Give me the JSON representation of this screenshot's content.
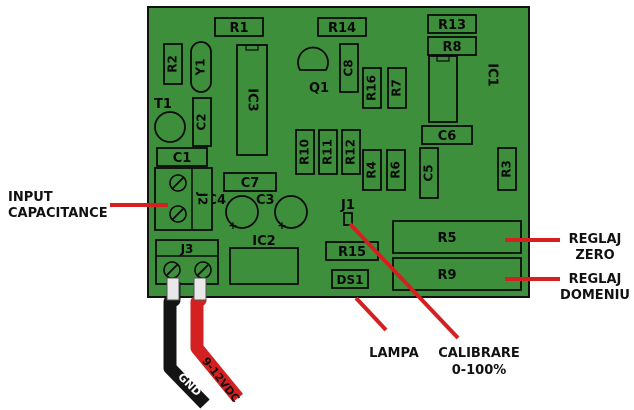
{
  "colors": {
    "board": "#3e8f3b",
    "board_outline": "#111111",
    "silkscreen": "#0a0a0a",
    "callout_line": "#d42020",
    "wire_gnd": "#141414",
    "wire_power": "#d42020"
  },
  "components": {
    "R1": "R1",
    "R2": "R2",
    "R3": "R3",
    "R4": "R4",
    "R5": "R5",
    "R6": "R6",
    "R7": "R7",
    "R8": "R8",
    "R9": "R9",
    "R10": "R10",
    "R11": "R11",
    "R12": "R12",
    "R13": "R13",
    "R14": "R14",
    "R15": "R15",
    "R16": "R16",
    "C1": "C1",
    "C2": "C2",
    "C3": "C3",
    "C4": "C4",
    "C5": "C5",
    "C6": "C6",
    "C7": "C7",
    "C8": "C8",
    "IC1": "IC1",
    "IC2": "IC2",
    "IC3": "IC3",
    "Q1": "Q1",
    "T1": "T1",
    "Y1": "Y1",
    "J1": "J1",
    "J2": "J2",
    "J3": "J3",
    "DS1": "DS1"
  },
  "callouts": {
    "input_capacitance": [
      "INPUT",
      "CAPACITANCE"
    ],
    "reglaj_zero": [
      "REGLAJ",
      "ZERO"
    ],
    "reglaj_domeniu": [
      "REGLAJ",
      "DOMENIU"
    ],
    "lampa": "LAMPA",
    "calibrare": [
      "CALIBRARE",
      "0-100%"
    ]
  },
  "wires": {
    "power": "9-12VDC",
    "ground": "GND"
  }
}
